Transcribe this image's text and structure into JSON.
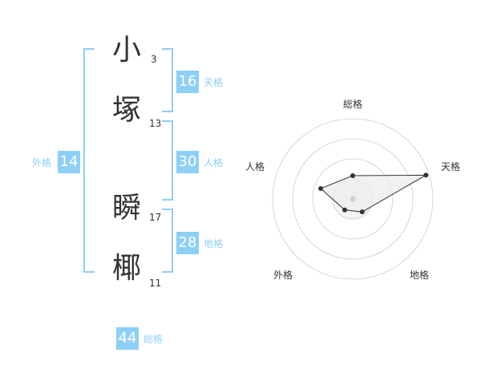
{
  "characters": [
    {
      "char": "小",
      "strokes": "3"
    },
    {
      "char": "塚",
      "strokes": "13"
    },
    {
      "char": "瞬",
      "strokes": "17"
    },
    {
      "char": "椰",
      "strokes": "11"
    }
  ],
  "kaku": {
    "tenkaku": {
      "value": "16",
      "label": "天格"
    },
    "jinkaku": {
      "value": "30",
      "label": "人格"
    },
    "chikaku": {
      "value": "28",
      "label": "地格"
    },
    "gaikaku": {
      "value": "14",
      "label": "外格"
    },
    "soukaku": {
      "value": "44",
      "label": "総格"
    }
  },
  "radar": {
    "axes": [
      "総格",
      "天格",
      "地格",
      "外格",
      "人格"
    ],
    "values": [
      0.29,
      0.96,
      0.2,
      0.17,
      0.42
    ],
    "colors": {
      "ring": "#cccccc",
      "fill": "#eeeeee",
      "line": "#333333",
      "center": "#d0d0d0"
    }
  }
}
